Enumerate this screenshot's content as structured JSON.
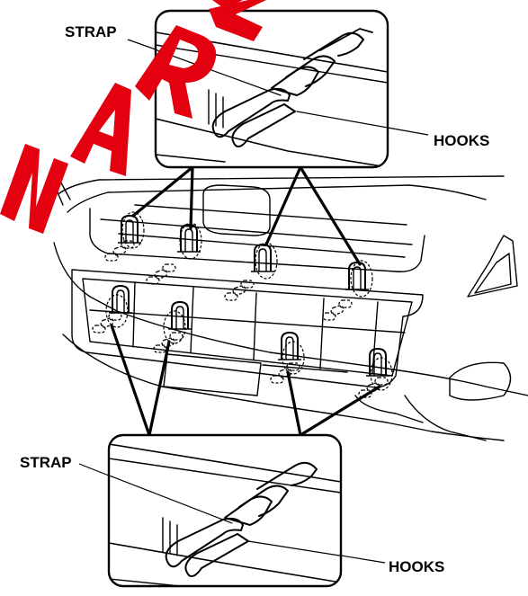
{
  "labels": {
    "strap_top": "STRAP",
    "hooks_top": "HOOKS",
    "strap_bottom": "STRAP",
    "hooks_bottom": "HOOKS"
  },
  "colors": {
    "ink": "#000000",
    "watermark": "#e3000f",
    "background": "#ffffff"
  }
}
